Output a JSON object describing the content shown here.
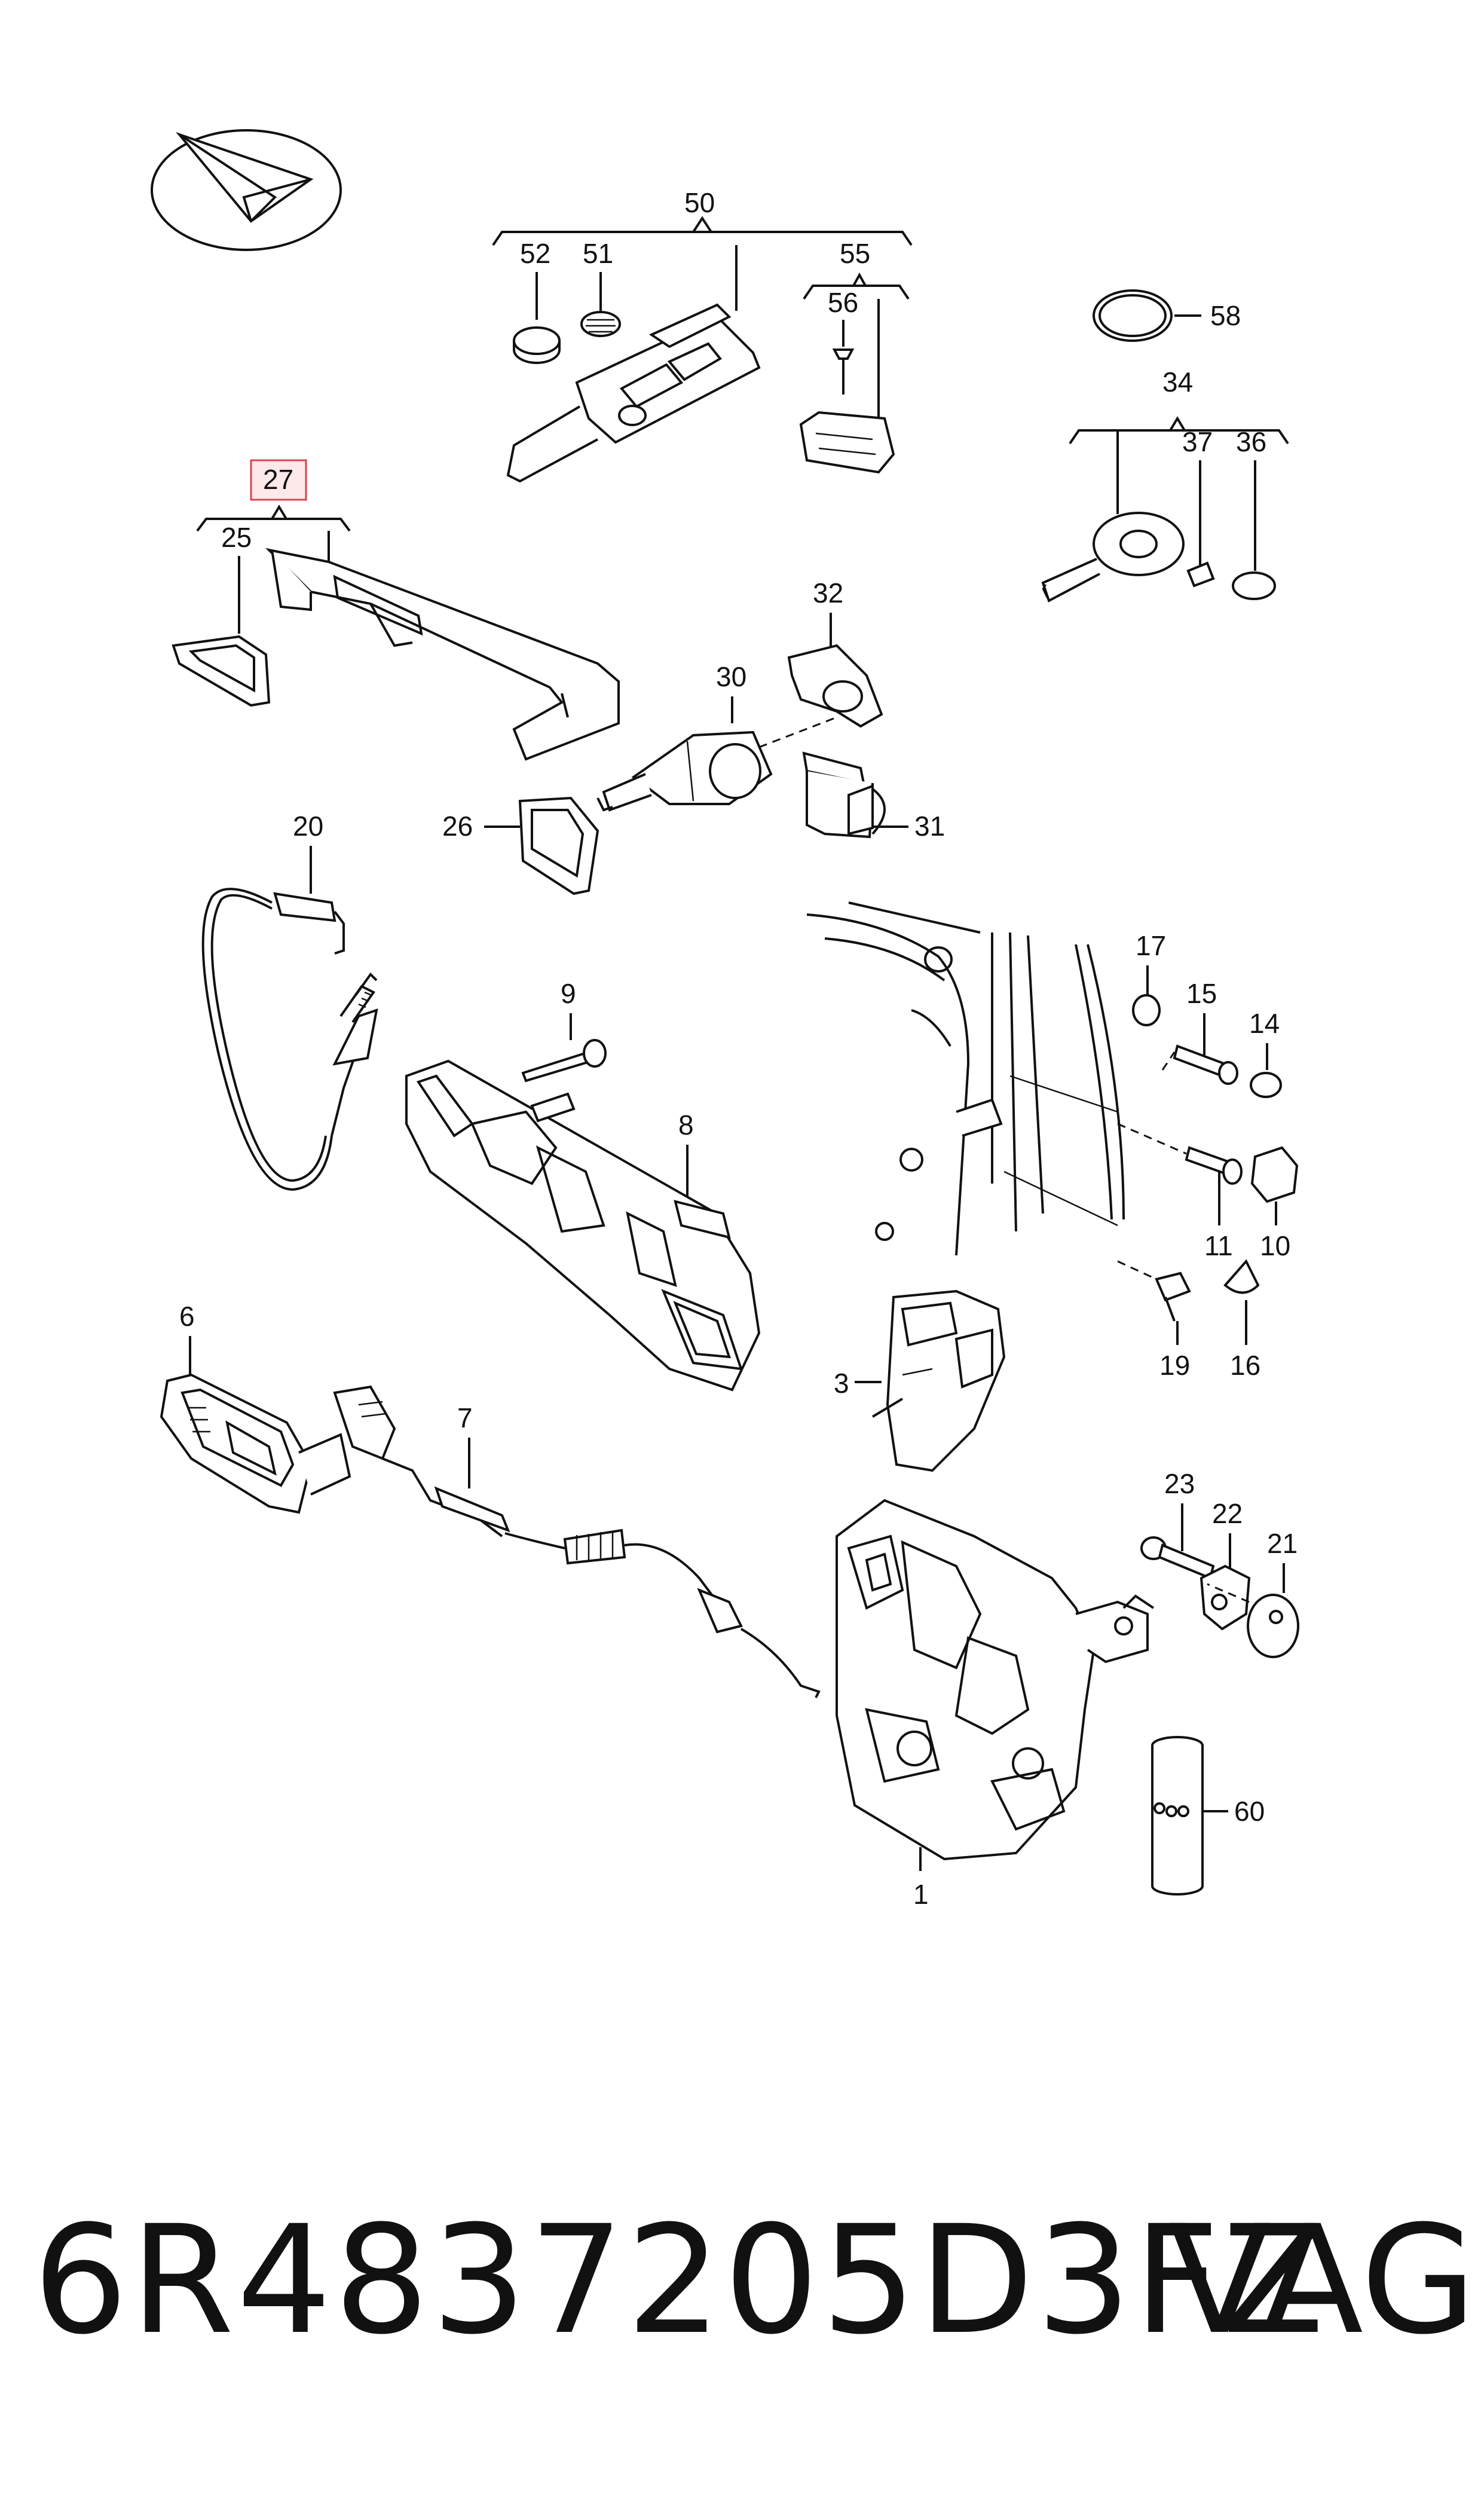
{
  "footer": {
    "part_number": "6R4837205D3FZ",
    "brand": "VAG"
  },
  "callouts": {
    "c1": "1",
    "c3": "3",
    "c6": "6",
    "c7": "7",
    "c8": "8",
    "c9": "9",
    "c10": "10",
    "c11": "11",
    "c14": "14",
    "c15": "15",
    "c16": "16",
    "c17": "17",
    "c19": "19",
    "c20": "20",
    "c21": "21",
    "c22": "22",
    "c23": "23",
    "c25": "25",
    "c26": "26",
    "c27": "27",
    "c30": "30",
    "c31": "31",
    "c32": "32",
    "c34": "34",
    "c36": "36",
    "c37": "37",
    "c50": "50",
    "c51": "51",
    "c52": "52",
    "c55": "55",
    "c56": "56",
    "c58": "58",
    "c60": "60"
  },
  "highlighted_callout": "27",
  "icons": [
    "compass-logo-icon"
  ],
  "colors": {
    "line": "#111111",
    "highlight_fill": "#fde8ea",
    "highlight_stroke": "#d9444f",
    "background": "#ffffff"
  }
}
